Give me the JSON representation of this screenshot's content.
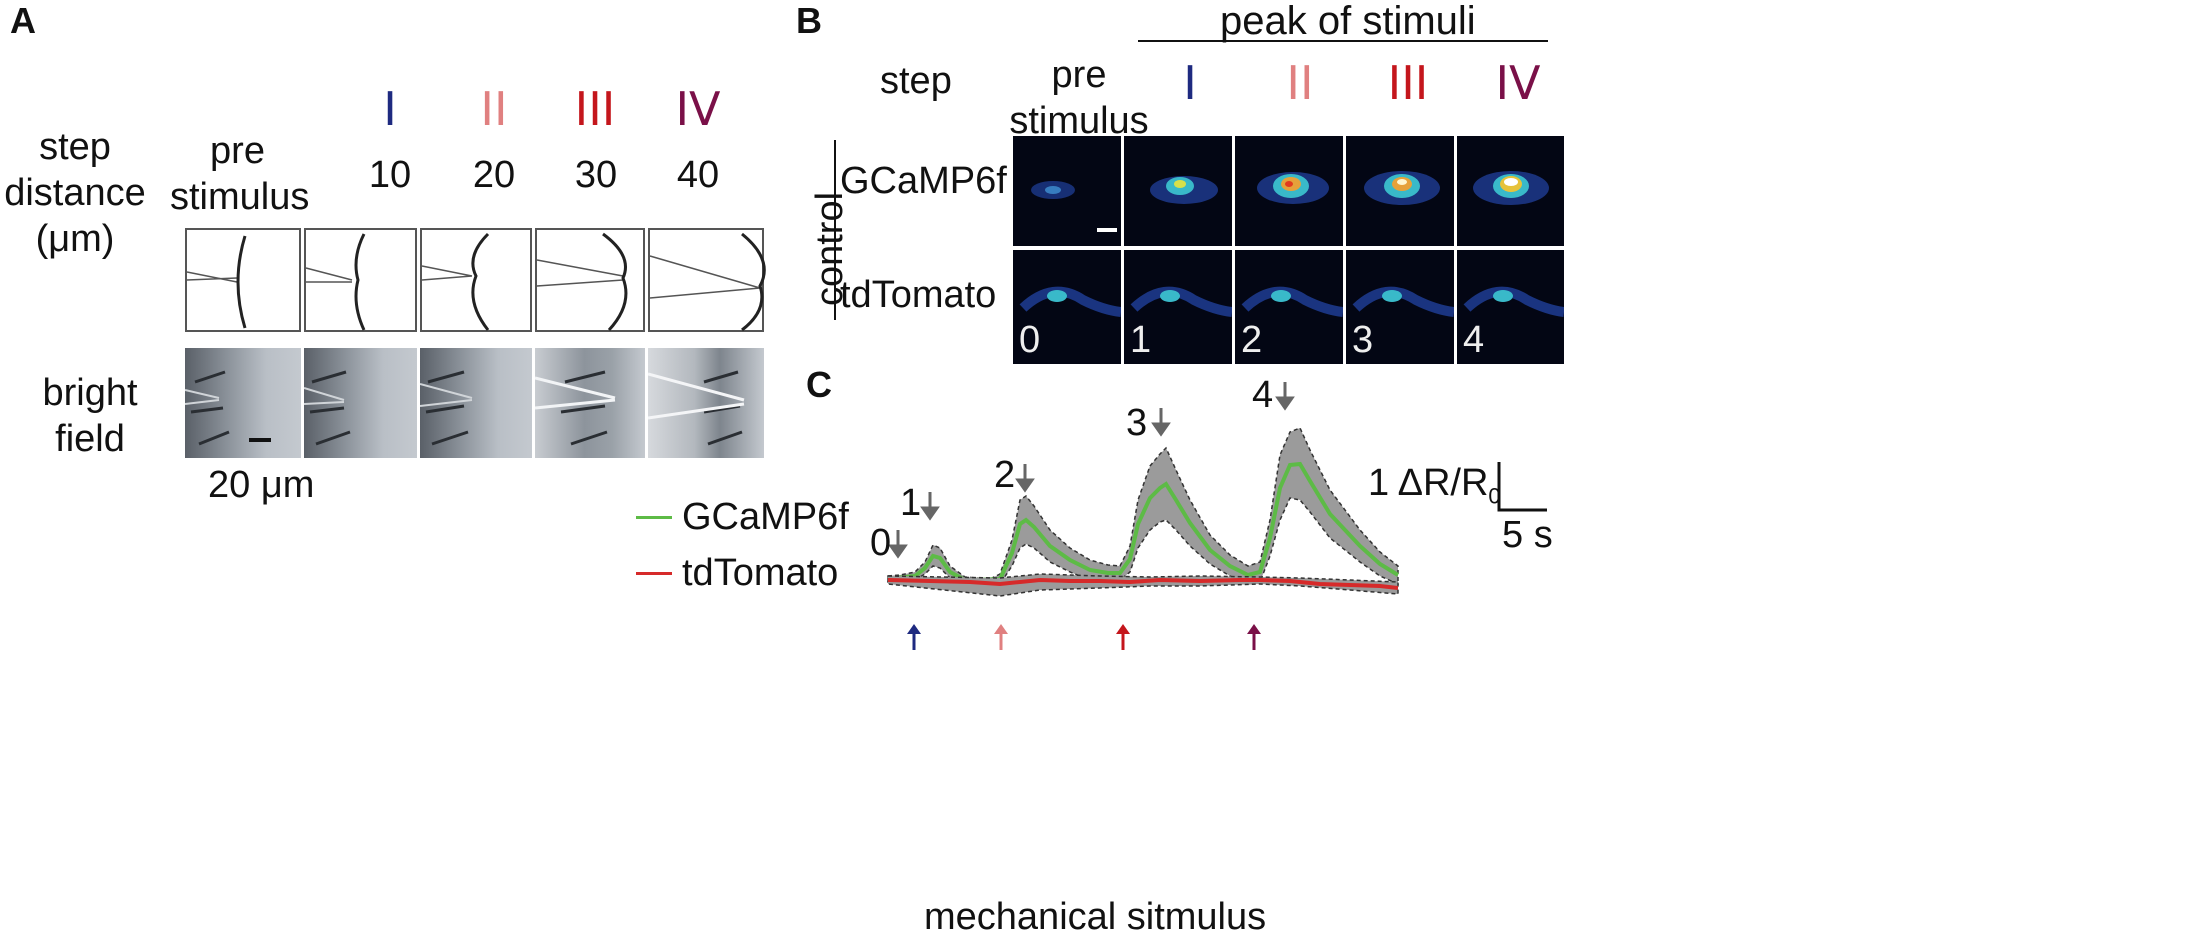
{
  "panels": {
    "a": "A",
    "b": "B",
    "c": "C"
  },
  "panel_a": {
    "step_label_lines": [
      "step",
      "distance",
      "(μm)"
    ],
    "pre_label_lines": [
      "pre",
      "stimulus"
    ],
    "steps": [
      {
        "roman": "I",
        "distance": "10",
        "color": "#1e2a80"
      },
      {
        "roman": "II",
        "distance": "20",
        "color": "#e08080"
      },
      {
        "roman": "III",
        "distance": "30",
        "color": "#c4161c"
      },
      {
        "roman": "IV",
        "distance": "40",
        "color": "#7a1048"
      }
    ],
    "bright_field_lines": [
      "bright",
      "field"
    ],
    "scale_bar_label": "20 μm"
  },
  "panel_b": {
    "peak_label": "peak of stimuli",
    "step_label": "step",
    "pre_label_lines": [
      "pre",
      "stimulus"
    ],
    "steps": [
      {
        "roman": "I",
        "color": "#1e2a80"
      },
      {
        "roman": "II",
        "color": "#e08080"
      },
      {
        "roman": "III",
        "color": "#c4161c"
      },
      {
        "roman": "IV",
        "color": "#7a1048"
      }
    ],
    "group_label": "control",
    "row_labels": [
      "GCaMP6f",
      "tdTomato"
    ],
    "frame_numbers": [
      "0",
      "1",
      "2",
      "3",
      "4"
    ]
  },
  "panel_c": {
    "legend": [
      {
        "name": "GCaMP6f",
        "color": "#5dbb46"
      },
      {
        "name": "tdTomato",
        "color": "#d62a2a"
      }
    ],
    "peak_labels": [
      "0",
      "1",
      "2",
      "3",
      "4"
    ],
    "scale_y_label": "1 ΔR/R",
    "scale_y_subscript": "0",
    "scale_x_label": "5 s",
    "stimulus_label": "mechanical sitmulus",
    "stimulus_arrow_colors": [
      "#1e2a80",
      "#e08080",
      "#c4161c",
      "#7a1048"
    ]
  }
}
